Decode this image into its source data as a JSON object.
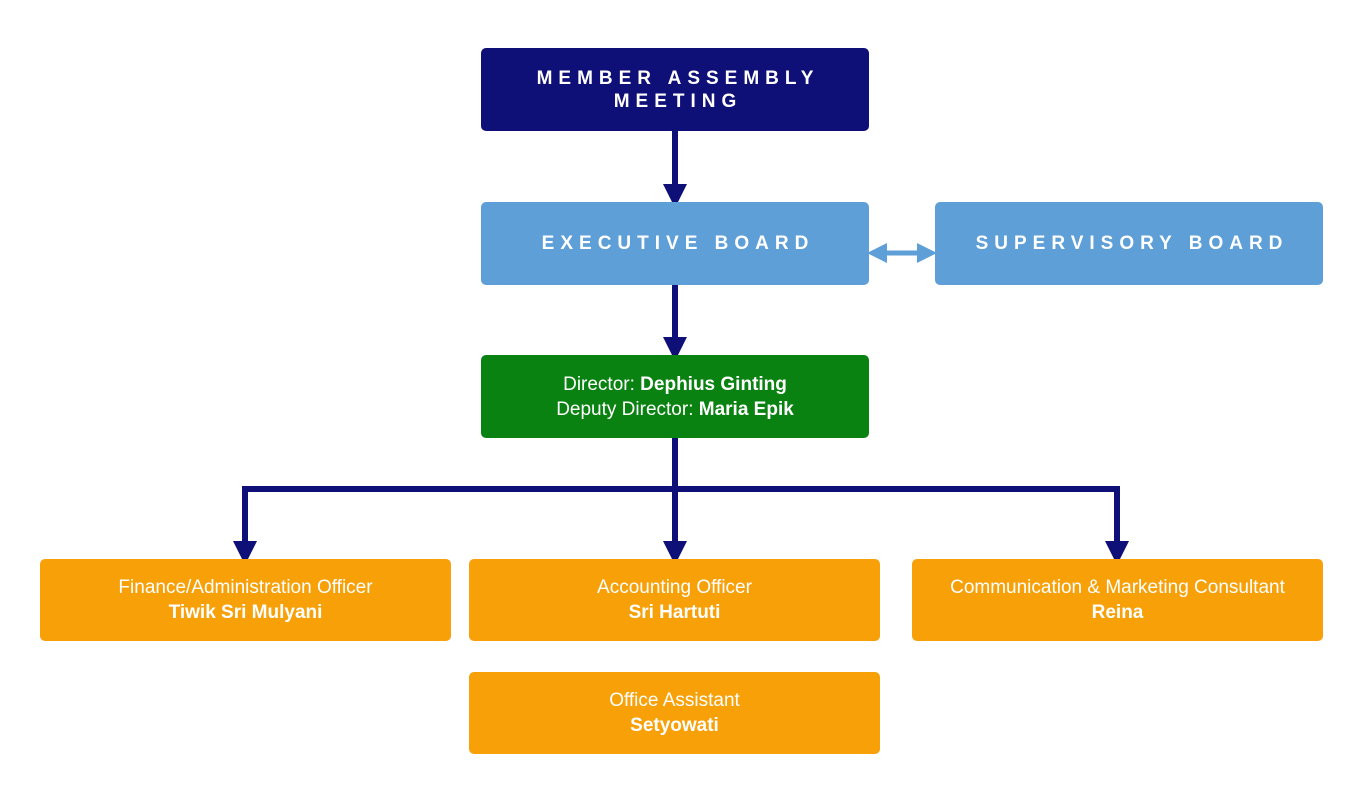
{
  "colors": {
    "navy": "#0f0f78",
    "blue": "#5e9fd8",
    "green": "#0a8212",
    "orange": "#f7a008",
    "connector": "#0f0f78",
    "double_arrow": "#5e9fd8"
  },
  "assembly": {
    "line1": "MEMBER ASSEMBLY",
    "line2": "MEETING"
  },
  "executive_board": {
    "label": "EXECUTIVE BOARD"
  },
  "supervisory_board": {
    "label": "SUPERVISORY BOARD"
  },
  "director_box": {
    "director_role": "Director: ",
    "director_name": "Dephius Ginting",
    "deputy_role": "Deputy Director: ",
    "deputy_name": "Maria Epik"
  },
  "staff": {
    "finance": {
      "role": "Finance/Administration Officer",
      "name": "Tiwik Sri Mulyani"
    },
    "accounting": {
      "role": "Accounting Officer",
      "name": "Sri Hartuti"
    },
    "communication": {
      "role": "Communication & Marketing Consultant",
      "name": "Reina"
    },
    "assistant": {
      "role": "Office Assistant",
      "name": "Setyowati"
    }
  }
}
